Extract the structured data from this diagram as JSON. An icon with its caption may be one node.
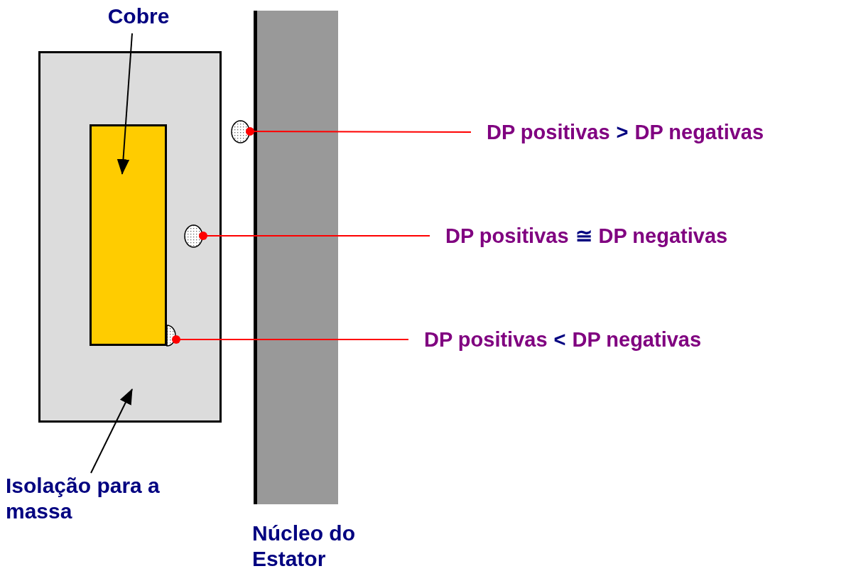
{
  "diagram": {
    "nodes": [
      {
        "text": [
          "Cobre"
        ]
      },
      {
        "text": [],
        "shape": "box"
      },
      {
        "text": [],
        "shape": "box",
        "in": 1
      },
      {
        "text": [
          "Isolação para a massa"
        ]
      },
      {
        "text": [
          "Núcleo do Estator"
        ]
      },
      {
        "text": [],
        "shape": "ellipse"
      },
      {
        "text": [],
        "shape": "ellipse",
        "in": 1
      },
      {
        "text": [],
        "shape": "ellipse",
        "in": 1
      },
      {
        "text": [
          "DP positivas",
          ">",
          "DP negativas"
        ]
      },
      {
        "text": [
          "DP positivas",
          "≅",
          "DP negativas"
        ]
      },
      {
        "text": [
          "DP positivas",
          "<",
          "DP negativas"
        ]
      }
    ],
    "edges": [
      {
        "from": 0,
        "to": 2,
        "arrow": "to",
        "color": "#000000"
      },
      {
        "from": 3,
        "to": 1,
        "arrow": "to",
        "color": "#000000"
      },
      {
        "from": 8,
        "to": 5,
        "arrow": "other",
        "color": "#ff0000"
      },
      {
        "from": 9,
        "to": 6,
        "arrow": "other",
        "color": "#ff0000"
      },
      {
        "from": 10,
        "to": 7,
        "arrow": "other",
        "color": "#ff0000"
      }
    ]
  }
}
